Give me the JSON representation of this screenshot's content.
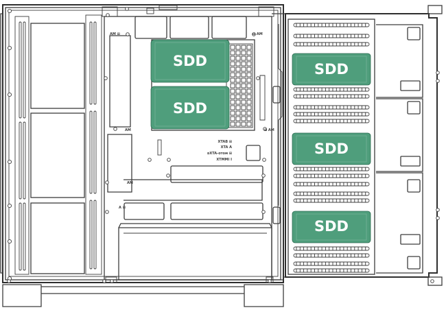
{
  "colors": {
    "sdd_fill": "#4f9e7c",
    "line": "#3c3c3c",
    "background": "#ffffff"
  },
  "sdd_drives": [
    {
      "label": "SDD"
    },
    {
      "label": "SDD"
    },
    {
      "label": "SDD"
    },
    {
      "label": "SDD"
    },
    {
      "label": "SDD"
    }
  ],
  "connector_labels": [
    {
      "label": "XTAB ⊞"
    },
    {
      "label": "XTA A"
    },
    {
      "label": "ᴅXTA-ᴏᴛᴏᴍ ⊞"
    },
    {
      "label": "XTMMI I"
    }
  ],
  "corner_marks": [
    {
      "label": "AM ⊞"
    },
    {
      "label": "⊞ AM"
    },
    {
      "label": "AM"
    },
    {
      "label": "⊞ AM"
    },
    {
      "label": "A ⊞"
    },
    {
      "label": "AM"
    }
  ]
}
